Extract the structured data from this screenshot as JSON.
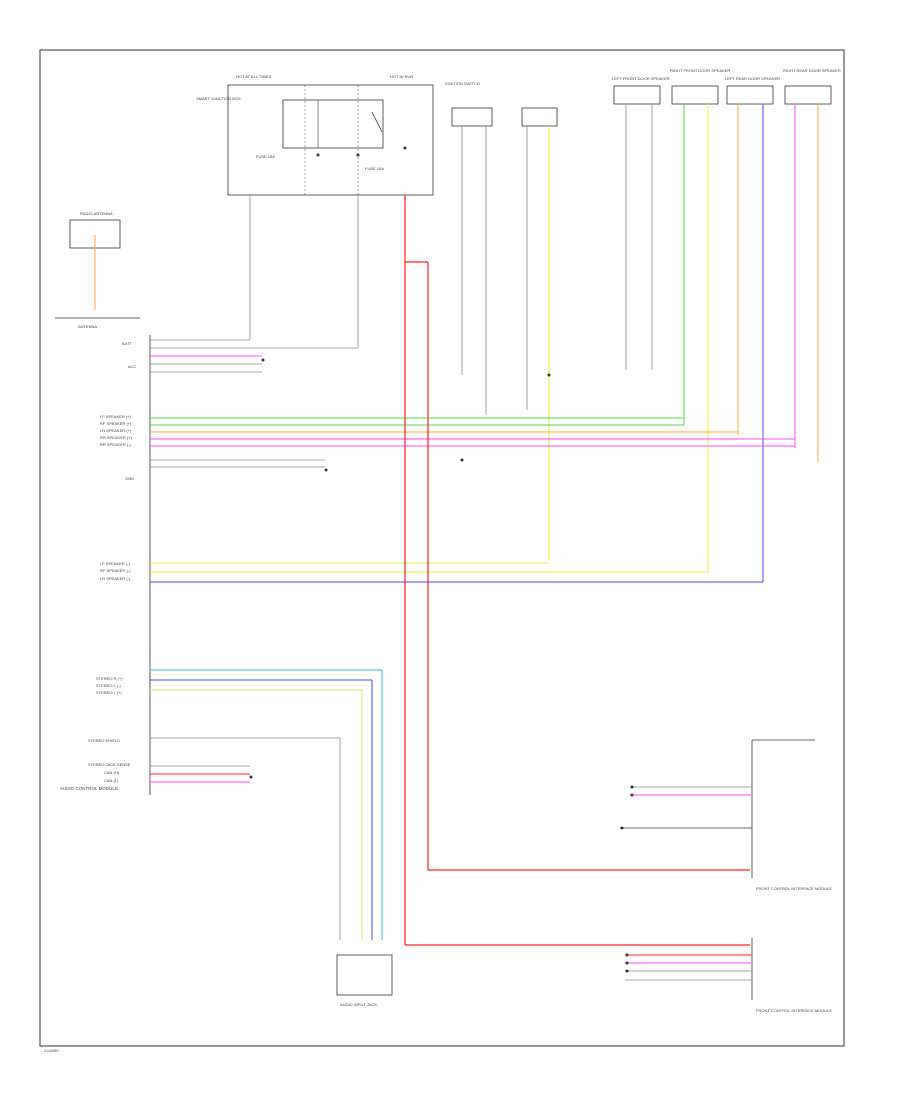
{
  "colors": {
    "border": "#333333",
    "wire_red": "#ff2020",
    "wire_green": "#44dd44",
    "wire_yellow": "#eeee33",
    "wire_orange": "#ffaa33",
    "wire_pink": "#ff44ff",
    "wire_blue": "#4444ff",
    "wire_cyan": "#33bbcc",
    "wire_gray": "#999999"
  },
  "labels": {
    "antenna": "ANTENNA",
    "radio_antenna": "RADIO ANTENNA",
    "audio_control_module": "AUDIO CONTROL MODULE",
    "audio_input_jack": "AUDIO INPUT JACK",
    "front_control_interface_module": "FRONT CONTROL INTERFACE MODULE",
    "stereo_l_pos": "STEREO L (+)",
    "stereo_l_neg": "STEREO L (-)",
    "stereo_r_pos": "STEREO R (+)",
    "stereo_shield": "STEREO SHIELD",
    "stereo_jack_sense": "STEREO JACK SENSE",
    "can_h": "CAN (H)",
    "can_l": "CAN (L)",
    "batt": "BATT",
    "gnd": "GND",
    "acc": "ACC",
    "ignition_switch": "IGNITION SWITCH",
    "left_front_door_speaker": "LEFT FRONT DOOR SPEAKER",
    "right_front_door_speaker": "RIGHT FRONT DOOR SPEAKER",
    "left_rear_door_speaker": "LEFT REAR DOOR SPEAKER",
    "right_rear_door_speaker": "RIGHT REAR DOOR SPEAKER",
    "lf_speaker_pos": "LF SPEAKER (+)",
    "lf_speaker_neg": "LF SPEAKER (-)",
    "rf_speaker_pos": "RF SPEAKER (+)",
    "rf_speaker_neg": "RF SPEAKER (-)",
    "lr_speaker_pos": "LR SPEAKER (+)",
    "lr_speaker_neg": "LR SPEAKER (-)",
    "rr_speaker_pos": "RR SPEAKER (+)",
    "rr_speaker_neg": "RR SPEAKER (-)",
    "smart_junction_box": "SMART JUNCTION BOX",
    "hot_at_all_times": "HOT AT ALL TIMES",
    "hot_in_run": "HOT IN RUN",
    "fuse_15a": "FUSE 15A",
    "fuse_10a": "FUSE 10A",
    "page_code": "C1A099"
  }
}
